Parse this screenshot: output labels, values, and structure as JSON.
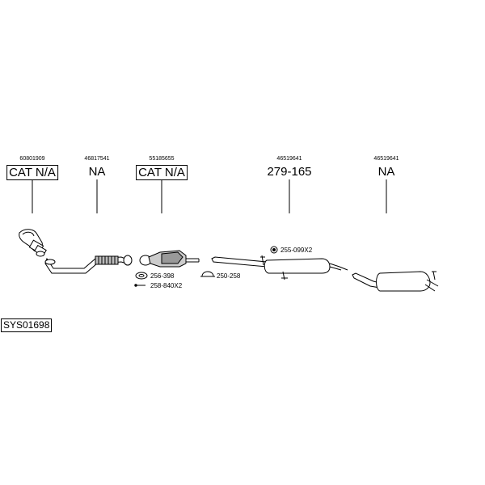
{
  "parts": [
    {
      "part_number": "60801909",
      "label": "CAT N/A",
      "boxed": true
    },
    {
      "part_number": "46817541",
      "label": "NA",
      "boxed": false
    },
    {
      "part_number": "55185655",
      "label": "CAT N/A",
      "boxed": true
    },
    {
      "part_number": "46519641",
      "label": "279-165",
      "boxed": false
    },
    {
      "part_number": "46519641",
      "label": "NA",
      "boxed": false
    }
  ],
  "accessories": [
    {
      "code": "255-099X2"
    },
    {
      "code": "256-398"
    },
    {
      "code": "258-840X2"
    },
    {
      "code": "250-258"
    }
  ],
  "system_code": "SYS01698"
}
